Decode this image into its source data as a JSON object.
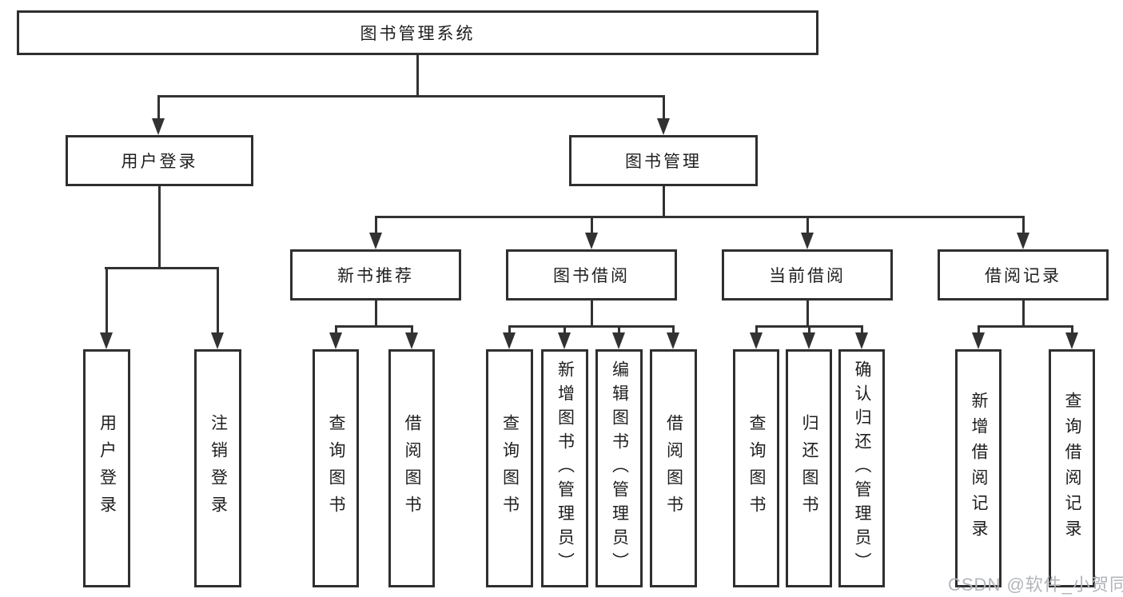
{
  "diagram": {
    "root": "图书管理系统",
    "level2": [
      "用户登录",
      "图书管理"
    ],
    "level3": [
      "新书推荐",
      "图书借阅",
      "当前借阅",
      "借阅记录"
    ],
    "leaves": {
      "user_login": [
        "用户登录",
        "注销登录"
      ],
      "new_book_recommend": [
        "查询图书",
        "借阅图书"
      ],
      "book_borrow": [
        "查询图书",
        "新增图书（管理员）",
        "编辑图书（管理员）",
        "借阅图书"
      ],
      "current_borrow": [
        "查询图书",
        "归还图书",
        "确认归还（管理员）"
      ],
      "borrow_record": [
        "新增借阅记录",
        "查询借阅记录"
      ]
    }
  },
  "watermark": "CSDN @软件_小贺同学",
  "colors": {
    "line": "#323232",
    "box_border": "#2f2f2f",
    "text": "#1e1e1e",
    "background": "#ffffff",
    "watermark": "#b2b5ba"
  }
}
